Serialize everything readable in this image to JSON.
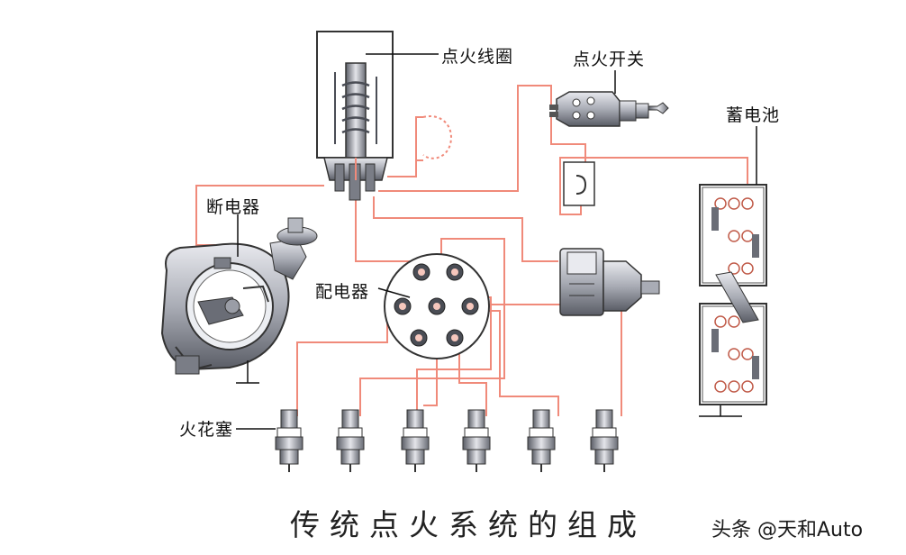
{
  "labels": {
    "ignition_coil": "点火线圈",
    "ignition_switch": "点火开关",
    "battery": "蓄电池",
    "breaker": "断电器",
    "distributor": "配电器",
    "spark_plug": "火花塞"
  },
  "caption": "传统点火系统的组成",
  "watermark": "头条 @天和Auto",
  "colors": {
    "wire": "#f08a7a",
    "leader": "#111111",
    "metal_dark": "#4a4d55",
    "metal_light": "#d6d8de",
    "housing": "#ffffff"
  }
}
